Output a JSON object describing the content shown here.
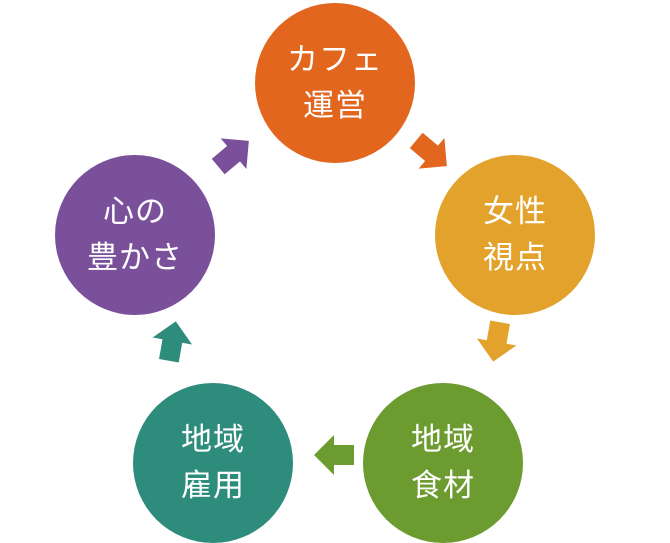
{
  "nodes": [
    {
      "id": "cafe",
      "line1": "カフェ",
      "line2": "運営",
      "color": "#E2661E"
    },
    {
      "id": "women",
      "line1": "女性",
      "line2": "視点",
      "color": "#E3A22B"
    },
    {
      "id": "food",
      "line1": "地域",
      "line2": "食材",
      "color": "#6C9B30"
    },
    {
      "id": "jobs",
      "line1": "地域",
      "line2": "雇用",
      "color": "#2E8C7C"
    },
    {
      "id": "mind",
      "line1": "心の",
      "line2": "豊かさ",
      "color": "#7B509B"
    }
  ]
}
